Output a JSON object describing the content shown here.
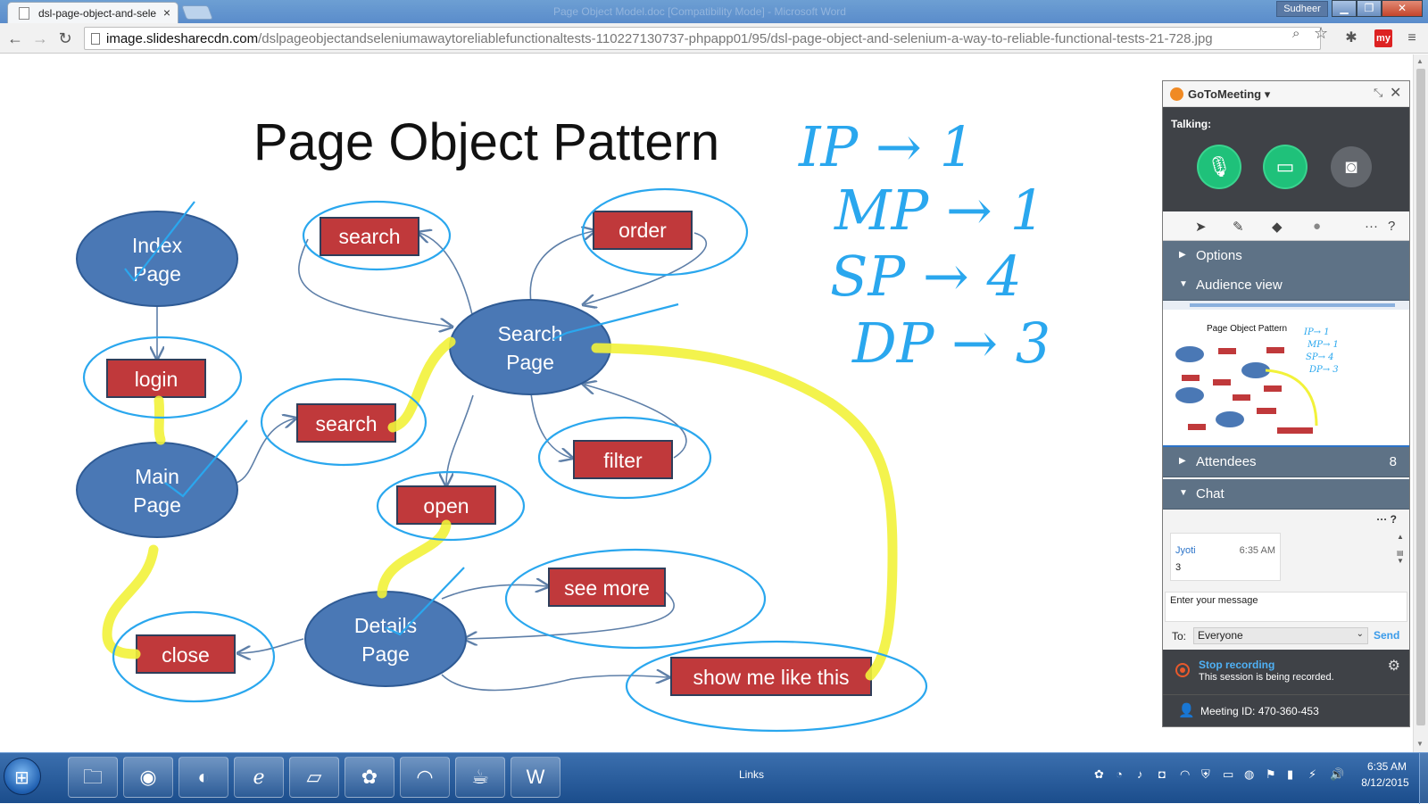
{
  "browser": {
    "tab_title": "dsl-page-object-and-sele",
    "tab_close": "×",
    "window_title": "Page Object Model.doc [Compatibility Mode] - Microsoft Word",
    "user_name": "Sudheer",
    "url_host": "image.slidesharecdn.com",
    "url_path": "/dslpageobjectandseleniumawaytoreliablefunctionaltests-110227130737-phpapp01/95/dsl-page-object-and-selenium-a-way-to-reliable-functional-tests-21-728.jpg",
    "icons": [
      "back-icon",
      "forward-icon",
      "reload-icon",
      "zoom-icon",
      "star-icon",
      "extension-icon",
      "my-icon",
      "menu-icon"
    ],
    "my_label": "my"
  },
  "slide": {
    "title": "Page Object Pattern",
    "nodes": {
      "index_page": [
        "Index",
        "Page"
      ],
      "main_page": [
        "Main",
        "Page"
      ],
      "search_page": [
        "Search",
        "Page"
      ],
      "details_page": [
        "Details",
        "Page"
      ]
    },
    "actions": {
      "search_top": "search",
      "order": "order",
      "login": "login",
      "search_mid": "search",
      "filter": "filter",
      "open": "open",
      "see_more": "see more",
      "close": "close",
      "show_me": "show me like this"
    },
    "annotations": [
      "IP → 1",
      "MP → 1",
      "SP → 4",
      "DP → 3"
    ],
    "colors": {
      "ellipse": "#4a78b5",
      "action": "#c0393b",
      "ink_blue": "#2aa7ee",
      "highlight": "#f2f23a"
    }
  },
  "gotomeeting": {
    "title": "GoToMeeting",
    "talking_label": "Talking:",
    "sections": {
      "options": "Options",
      "audience_view": "Audience view",
      "attendees": "Attendees",
      "attendees_count": "8",
      "chat": "Chat"
    },
    "chat_tools": "··· ?",
    "chat_message": {
      "name": "Jyoti",
      "time": "6:35 AM",
      "text": "3"
    },
    "chat_input_placeholder": "Enter your message",
    "to_label": "To:",
    "to_value": "Everyone",
    "send_label": "Send",
    "recording_title": "Stop recording",
    "recording_sub": "This session is being recorded.",
    "meeting_id": "Meeting ID: 470-360-453",
    "thumbnail": {
      "title": "Page Object Pattern",
      "annotations": [
        "IP→ 1",
        "MP→ 1",
        "SP→ 4",
        "DP→ 3"
      ]
    }
  },
  "taskbar": {
    "apps": [
      "explorer-icon",
      "chrome-icon",
      "eclipse-icon",
      "ie-icon",
      "notepad-icon",
      "flower-icon",
      "airtel-icon",
      "javaee-icon",
      "word-icon"
    ],
    "links_label": "Links",
    "clock_time": "6:35 AM",
    "clock_date": "8/12/2015"
  }
}
